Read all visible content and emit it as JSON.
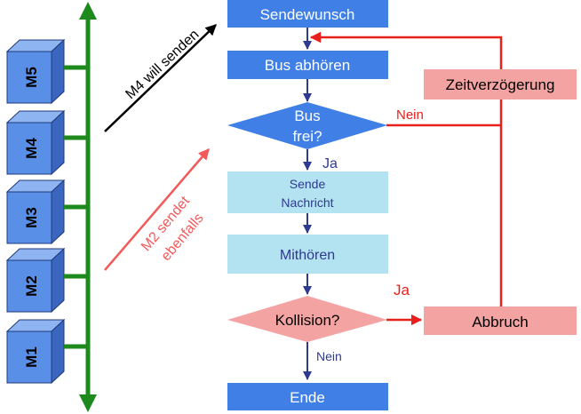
{
  "modules": [
    "M5",
    "M4",
    "M3",
    "M2",
    "M1"
  ],
  "annotations": {
    "m4_sends": "M4 will senden",
    "m2_sends_line1": "M2 sendet",
    "m2_sends_line2": "ebenfalls"
  },
  "flow": {
    "sendewunsch": "Sendewunsch",
    "bus_abhoeren": "Bus abhören",
    "bus_frei_line1": "Bus",
    "bus_frei_line2": "frei?",
    "nein_1": "Nein",
    "ja_1": "Ja",
    "sende_line1": "Sende",
    "sende_line2": "Nachricht",
    "mithoeren": "Mithören",
    "kollision": "Kollision?",
    "ja_2": "Ja",
    "abbruch": "Abbruch",
    "nein_2": "Nein",
    "ende": "Ende",
    "zeitverzoegerung": "Zeitverzögerung"
  },
  "colors": {
    "blue_box": "#3f7fe6",
    "light_cyan": "#b3e3f0",
    "pink": "#f4a3a3",
    "red": "#e8201c",
    "green": "#1e8a1e",
    "navy": "#2f3a8f",
    "module_face": "#5a8fe8",
    "module_side": "#3a66c0",
    "module_top": "#8fb4f2"
  }
}
